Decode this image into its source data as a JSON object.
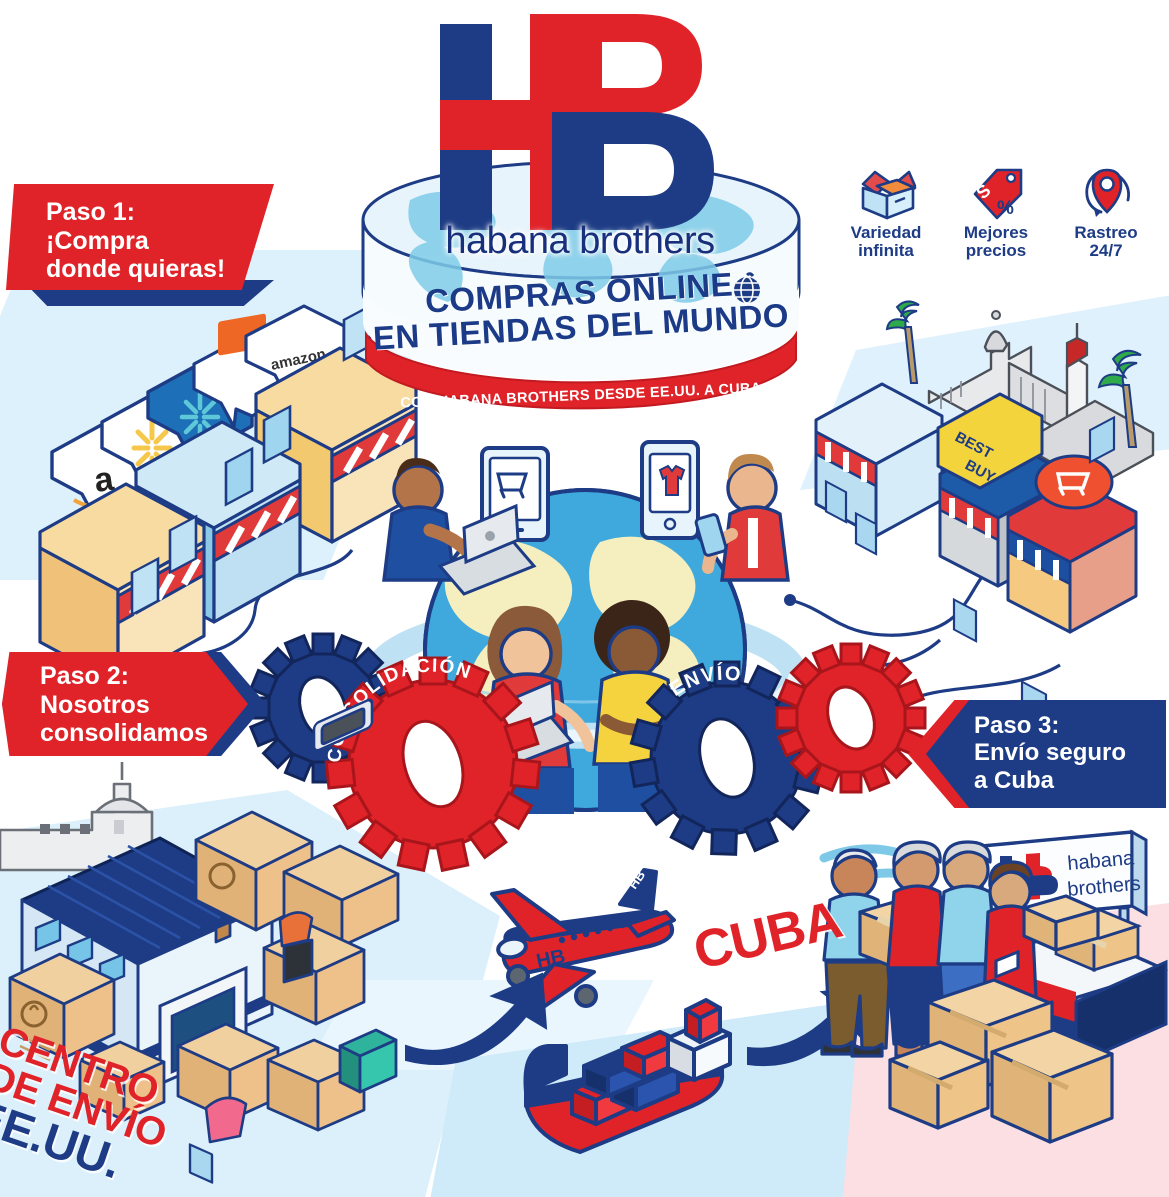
{
  "brand": {
    "logo_mark": "hb-monogram",
    "name": "habana brothers"
  },
  "hero": {
    "title_line1": "COMPRAS ONLINE",
    "title_line2": "EN TIENDAS DEL MUNDO",
    "subtitle": "CON HABANA BROTHERS DESDE EE.UU. A CUBA",
    "globe_badge_icon": "globe-icon"
  },
  "features": [
    {
      "icon": "open-box-icon",
      "label_line1": "Variedad",
      "label_line2": "infinita"
    },
    {
      "icon": "price-tag-icon",
      "label_line1": "Mejores",
      "label_line2": "precios"
    },
    {
      "icon": "location-pin-icon",
      "label_line1": "Rastreo",
      "label_line2": "24/7"
    }
  ],
  "steps": [
    {
      "id": "paso-1",
      "line1": "Paso 1:",
      "line2": "¡Compra",
      "line3": "donde quieras!"
    },
    {
      "id": "paso-2",
      "line1": "Paso 2:",
      "line2": "Nosotros",
      "line3": "consolidamos"
    },
    {
      "id": "paso-3",
      "line1": "Paso 3:",
      "line2": "Envío seguro",
      "line3": "a Cuba"
    }
  ],
  "gears": {
    "consolidation_label": "CONSOLIDACIÓN",
    "shipping_label": "ENVÍO"
  },
  "labels": {
    "warehouse_line1": "CENTRO",
    "warehouse_line2": "DE ENVÍO",
    "warehouse_line3": "EE.UU.",
    "destination": "CUBA"
  },
  "stores": {
    "bubbles": [
      "amazon-logo-icon",
      "walmart-spark-icon",
      "etsy-shop-icon",
      "amazon-wordmark-icon"
    ],
    "signs": [
      "best-buy-sign",
      "shopping-cart-sign"
    ]
  },
  "scene": {
    "globe_icon": "world-globe",
    "shoppers": [
      "shopper-man-laptop",
      "shopper-woman-laptop",
      "shopper-woman-phone",
      "shopper-man-phone"
    ],
    "devices": [
      "tablet-cart-icon",
      "phone-tshirt-icon"
    ],
    "landmarks": [
      "havana-capitol",
      "morro-lighthouse",
      "palm-tree",
      "el-morro-fortress"
    ],
    "transport": [
      "hb-cargo-plane",
      "container-ship"
    ],
    "destination_sign": "habana-brothers-billboard",
    "recipients": [
      "elder-man",
      "elder-woman",
      "woman",
      "worker"
    ]
  },
  "colors": {
    "red": "#e02329",
    "blue": "#1d3c85",
    "navy": "#18307c",
    "sky": "#d7eefb",
    "pink": "#fbdfe2",
    "cardboard": "#eec389",
    "yellow": "#f6c33d"
  }
}
